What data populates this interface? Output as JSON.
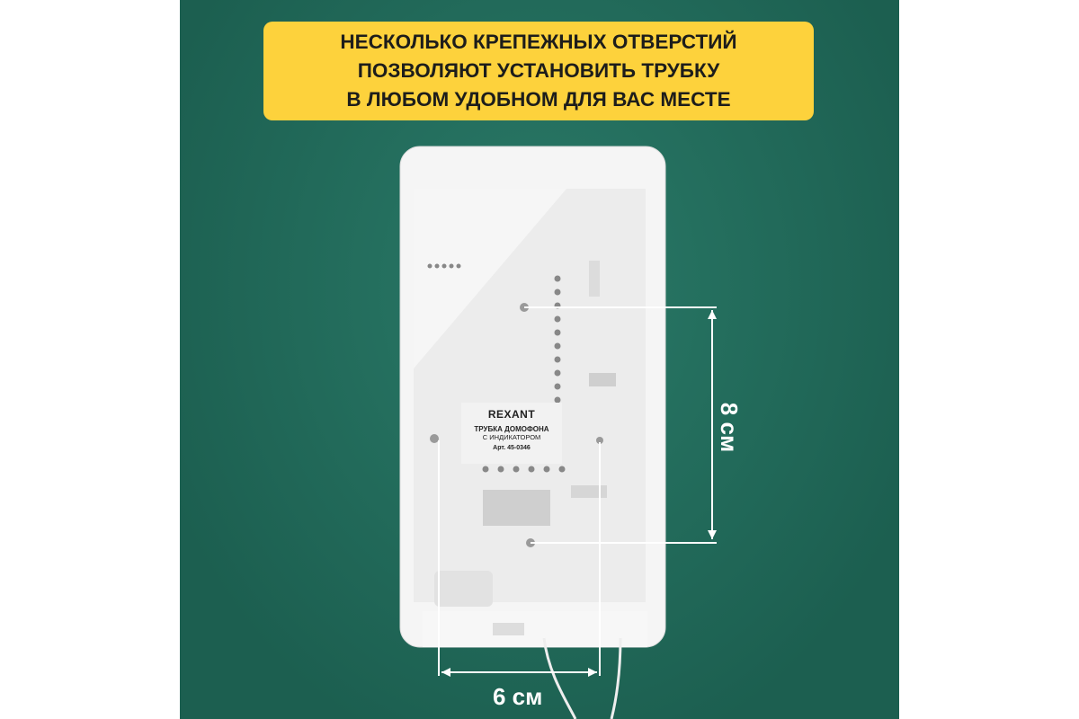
{
  "banner": {
    "lines": [
      "НЕСКОЛЬКО КРЕПЕЖНЫХ ОТВЕРСТИЙ",
      "ПОЗВОЛЯЮТ  УСТАНОВИТЬ ТРУБКУ",
      "В ЛЮБОМ УДОБНОМ ДЛЯ ВАС МЕСТЕ"
    ]
  },
  "label": {
    "brand": "REXANT",
    "title": "ТРУБКА ДОМОФОНА",
    "subtitle": "С ИНДИКАТОРОМ",
    "article": "Арт. 45-0346"
  },
  "dimensions": {
    "width": "6 см",
    "height": "8 см"
  },
  "colors": {
    "background": "#1f6b5a",
    "banner": "#fdd23c",
    "device": "#f4f4f4"
  }
}
